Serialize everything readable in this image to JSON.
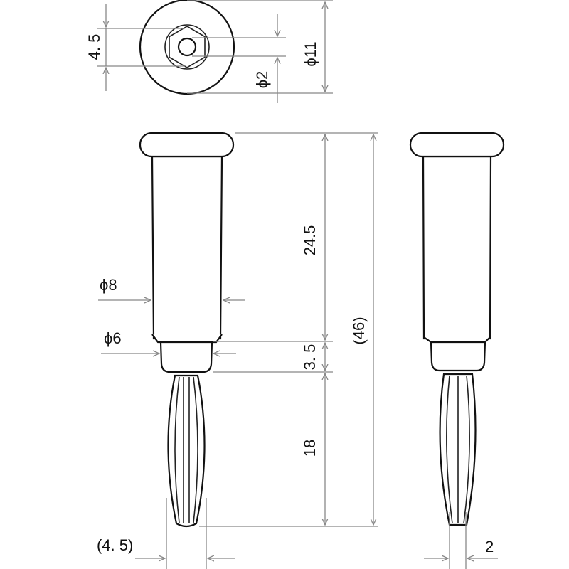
{
  "drawing": {
    "top_view": {
      "hex_width": "4. 5",
      "hole_diameter": "ϕ2",
      "head_diameter": "ϕ11"
    },
    "front_view": {
      "body_diameter": "ϕ8",
      "collar_diameter": "ϕ6",
      "body_length": "24.5",
      "collar_length": "3. 5",
      "pin_length": "18",
      "overall_length": "(46)",
      "pin_width": "(4. 5)"
    },
    "side_view": {
      "pin_thickness": "2"
    },
    "colors": {
      "line": "#111111",
      "dimension": "#888888",
      "background": "#ffffff"
    }
  }
}
